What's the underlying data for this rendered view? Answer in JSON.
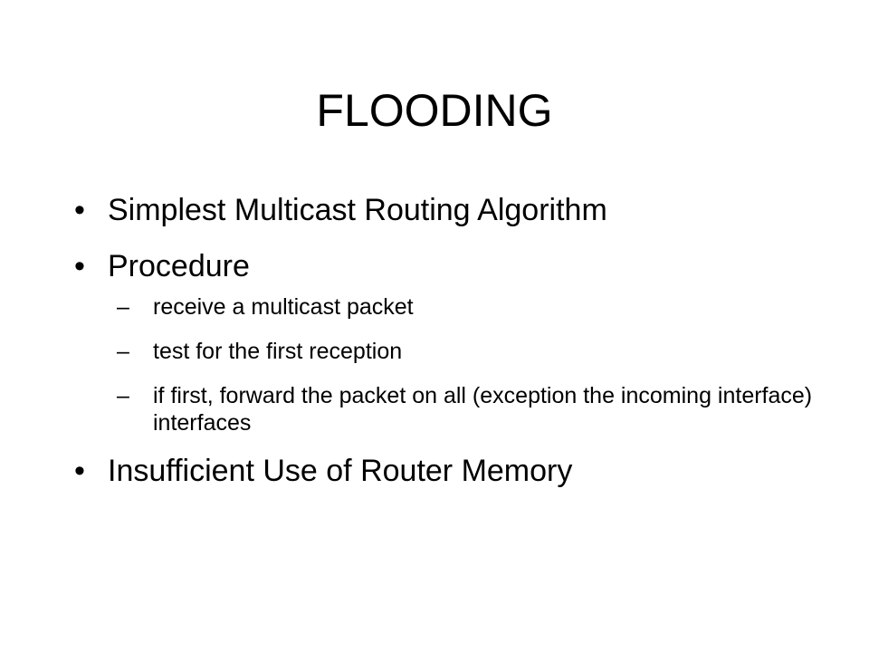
{
  "slide": {
    "title": "FLOODING",
    "bullet_glyph": "•",
    "dash_glyph": "–",
    "items": [
      {
        "text": "Simplest Multicast Routing Algorithm"
      },
      {
        "text": "Procedure",
        "subitems": [
          {
            "text": "receive a multicast packet"
          },
          {
            "text": "test for the first reception"
          },
          {
            "text": "if first, forward the packet on all (exception the incoming interface) interfaces"
          }
        ]
      },
      {
        "text": "Insufficient Use of Router Memory"
      }
    ]
  }
}
